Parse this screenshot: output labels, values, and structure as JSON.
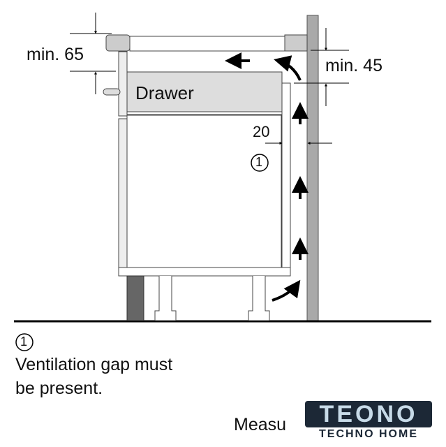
{
  "labels": {
    "min_top": "min. 65",
    "min_right": "min. 45",
    "drawer": "Drawer",
    "gap": "20",
    "marker": "1"
  },
  "legend": {
    "marker": "1",
    "line1": "Ventilation gap must",
    "line2": "be present."
  },
  "footer": {
    "measure": "Measu"
  },
  "logo": {
    "name": "TEONO",
    "tagline": "TECHNO HOME"
  },
  "colors": {
    "wall": "#a9a9a9",
    "worktop": "#cccccc",
    "drawer": "#dddddd",
    "plinth": "#666666"
  }
}
